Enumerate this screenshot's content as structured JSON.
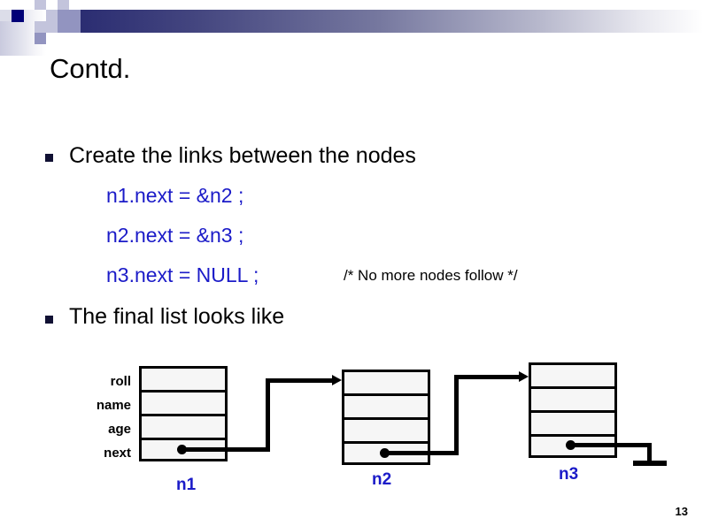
{
  "slide": {
    "title": "Contd.",
    "page_number": "13",
    "accent_navy": "#000077",
    "accent_mid": "#9294c0",
    "code_blue": "#1b1bc8"
  },
  "bullets": [
    {
      "text": "Create the links between the nodes"
    },
    {
      "text": "The final list looks like"
    }
  ],
  "code_lines": [
    {
      "code": "n1.next =  &n2 ;",
      "comment": ""
    },
    {
      "code": "n2.next =  &n3 ;",
      "comment": ""
    },
    {
      "code": "n3.next =  NULL ;",
      "comment": "/* No more nodes follow */"
    }
  ],
  "diagram": {
    "field_labels": [
      "roll",
      "name",
      "age",
      "next"
    ],
    "nodes": [
      {
        "label": "n1"
      },
      {
        "label": "n2"
      },
      {
        "label": "n3"
      }
    ],
    "terminator": "ground-null-symbol"
  }
}
